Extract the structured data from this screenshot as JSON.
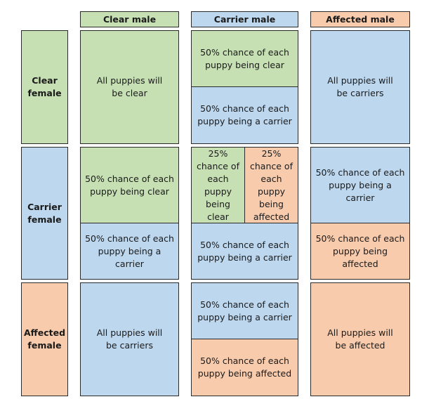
{
  "colors": {
    "clear": "#c6e0b4",
    "carrier": "#bdd7ee",
    "affected": "#f8cbad",
    "border": "#2a2a2a"
  },
  "columns": {
    "clear_male": "Clear male",
    "carrier_male": "Carrier male",
    "affected_male": "Affected male"
  },
  "rows": {
    "clear_female": "Clear female",
    "carrier_female": "Carrier female",
    "affected_female": "Affected female"
  },
  "cells": {
    "clear_f_clear_m": "All puppies will be clear",
    "clear_f_carrier_m_top": "50% chance of each puppy being clear",
    "clear_f_carrier_m_bottom": "50% chance of each puppy being a carrier",
    "clear_f_affected_m": "All puppies will be carriers",
    "carrier_f_clear_m_top": "50% chance of each puppy being clear",
    "carrier_f_clear_m_bottom": "50% chance of each puppy being a carrier",
    "carrier_f_carrier_m_top_left": "25% chance of each puppy being clear",
    "carrier_f_carrier_m_top_right": "25% chance of each puppy being affected",
    "carrier_f_carrier_m_bottom": "50% chance of each puppy being a carrier",
    "carrier_f_affected_m_top": "50% chance of each puppy being a carrier",
    "carrier_f_affected_m_bottom": "50% chance of each puppy being affected",
    "affected_f_clear_m": "All puppies will be carriers",
    "affected_f_carrier_m_top": "50% chance of each puppy being a carrier",
    "affected_f_carrier_m_bottom": "50% chance of each puppy being affected",
    "affected_f_affected_m": "All puppies will be affected"
  }
}
